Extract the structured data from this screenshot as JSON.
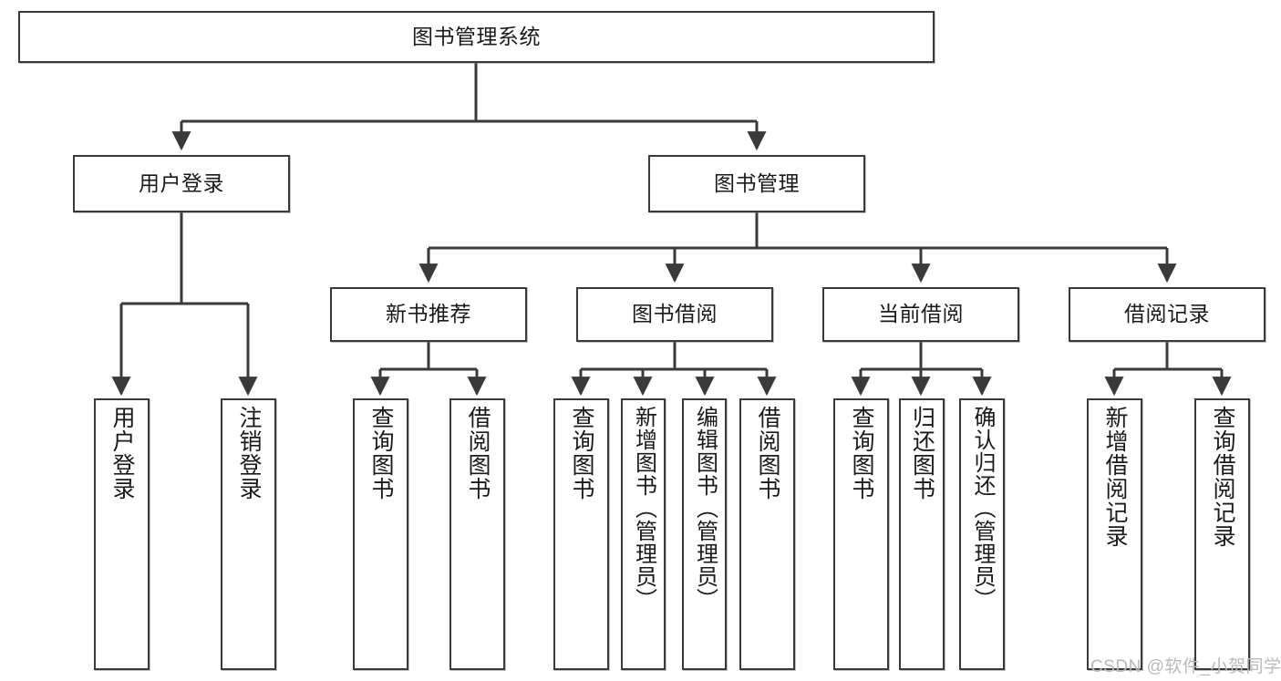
{
  "diagram": {
    "title": "图书管理系统",
    "type": "tree-hierarchy",
    "stroke_color": "#3a3a3a",
    "background_color": "#ffffff",
    "text_color": "#1a1a1a"
  },
  "nodes": {
    "root": {
      "label": "图书管理系统"
    },
    "level2": [
      {
        "label": "用户登录"
      },
      {
        "label": "图书管理"
      }
    ],
    "level3": [
      {
        "label": "新书推荐"
      },
      {
        "label": "图书借阅"
      },
      {
        "label": "当前借阅"
      },
      {
        "label": "借阅记录"
      }
    ],
    "leaves": {
      "user_login": [
        {
          "label": "用户登录"
        },
        {
          "label": "注销登录"
        }
      ],
      "new_book_recommend": [
        {
          "label": "查询图书"
        },
        {
          "label": "借阅图书"
        }
      ],
      "book_borrow": [
        {
          "label": "查询图书"
        },
        {
          "label": "新增图书（管理员）"
        },
        {
          "label": "编辑图书（管理员）"
        },
        {
          "label": "借阅图书"
        }
      ],
      "current_borrow": [
        {
          "label": "查询图书"
        },
        {
          "label": "归还图书"
        },
        {
          "label": "确认归还（管理员）"
        }
      ],
      "borrow_record": [
        {
          "label": "新增借阅记录"
        },
        {
          "label": "查询借阅记录"
        }
      ]
    }
  },
  "watermark": {
    "text": "CSDN @软件_小贺同学"
  }
}
